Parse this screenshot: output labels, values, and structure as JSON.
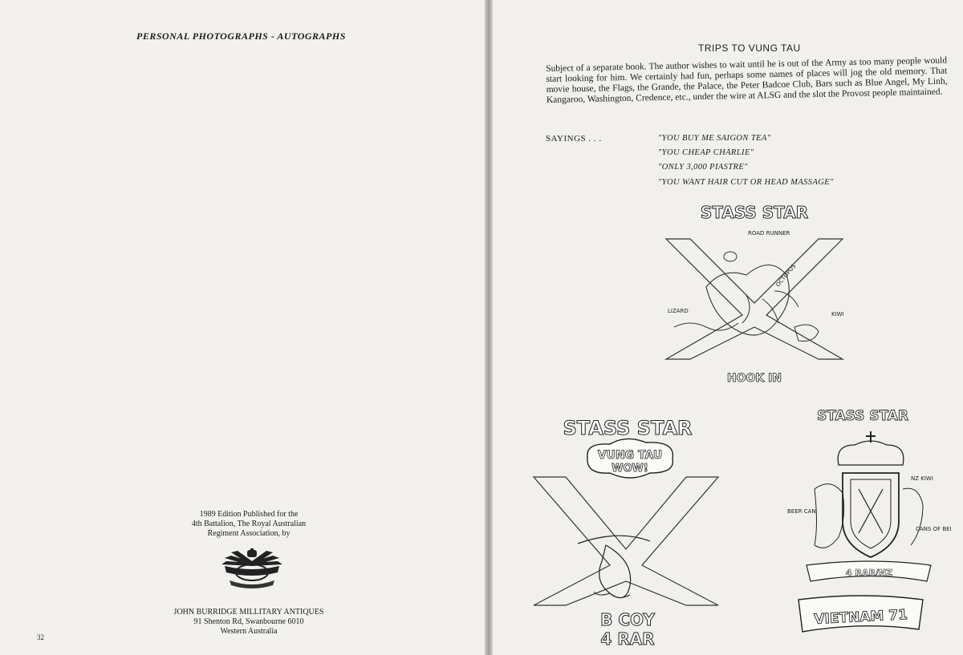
{
  "left_page": {
    "heading": "PERSONAL PHOTOGRAPHS - AUTOGRAPHS",
    "publication_lines": [
      "1989 Edition Published for the",
      "4th Battalion, The Royal Australian",
      "Regiment Association, by"
    ],
    "publisher_lines": [
      "JOHN BURRIDGE MILLITARY ANTIQUES",
      "91 Shenton Rd, Swanbourne 6010",
      "Western Australia"
    ],
    "page_number": "32"
  },
  "right_page": {
    "title": "TRIPS TO VUNG TAU",
    "paragraph": "Subject of a separate book. The author wishes to wait until he is out of the Army as too many people would start looking for him. We certainly had fun, perhaps some names of places will jog the old memory. That movie house, the Flags, the Grande, the Palace, the Peter Badcoe Club, Bars such as Blue Angel, My Linh, Kangaroo, Washington, Credence, etc., under the wire at ALSG and the slot the Provost people maintained.",
    "sayings_label": "SAYINGS . . .",
    "sayings": [
      "\"YOU BUY ME SAIGON TEA\"",
      "\"YOU CHEAP CHARLIE\"",
      "\"ONLY 3,000 PIASTRE\"",
      "\"YOU WANT HAIR CUT OR HEAD MASSAGE\""
    ],
    "logo1": {
      "top": "STASS STAR",
      "bottom": "HOOK IN",
      "labels": [
        "ROAD RUNNER",
        "OCTOPUS",
        "LIZARD",
        "KIWI"
      ]
    },
    "logo2": {
      "top": "STASS STAR",
      "bubble_line1": "VUNG TAU",
      "bubble_line2": "WOW!",
      "bottom_line1": "B COY",
      "bottom_line2": "4 RAR"
    },
    "logo3": {
      "top": "STASS STAR",
      "labels": [
        "NZ KIWI",
        "BEER CAN",
        "CANS OF BEER"
      ],
      "ribbon": "4 RAR/NZ",
      "banner": "VIETNAM 71"
    }
  }
}
